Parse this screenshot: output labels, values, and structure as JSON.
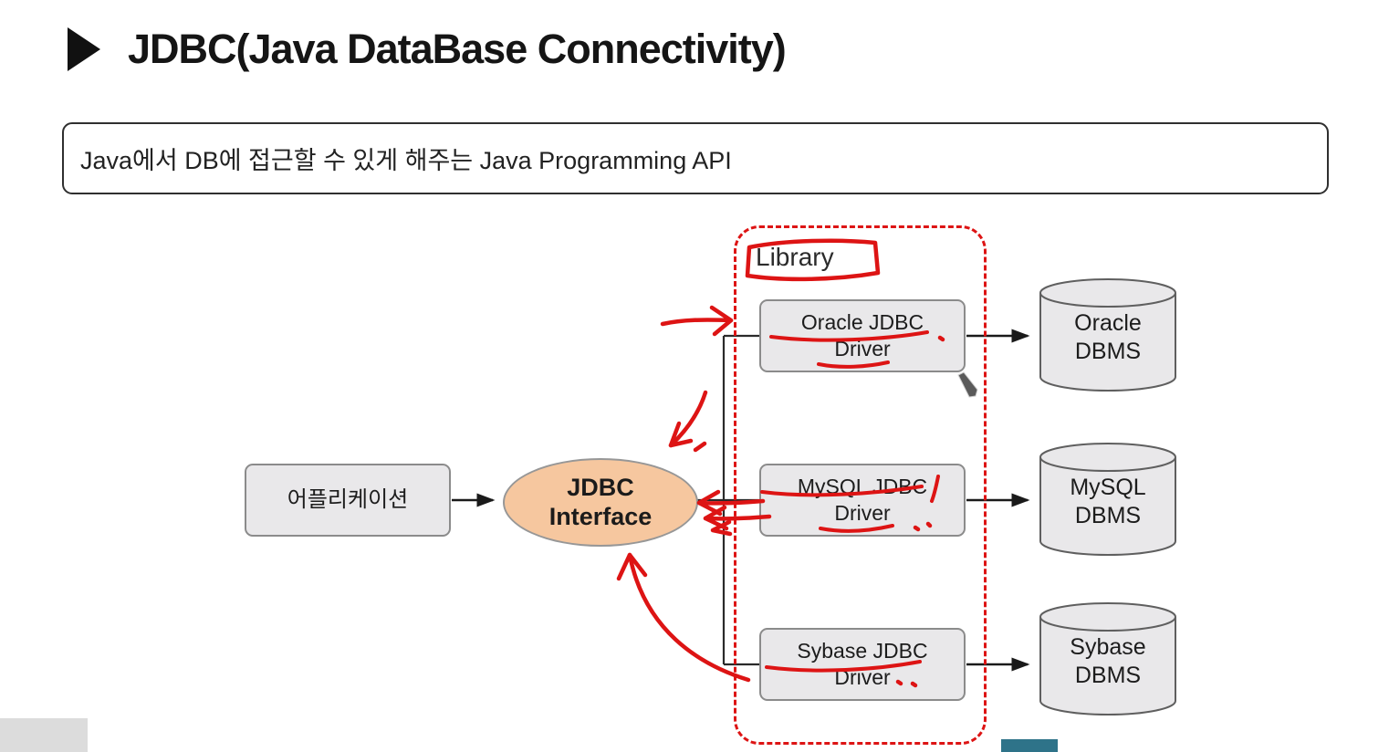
{
  "header": {
    "title": "JDBC(Java DataBase Connectivity)"
  },
  "description": {
    "text": "Java에서 DB에 접근할 수 있게 해주는 Java Programming API"
  },
  "diagram": {
    "application_label": "어플리케이션",
    "jdbc_interface": {
      "line1": "JDBC",
      "line2": "Interface"
    },
    "library_label": "Library",
    "drivers": [
      {
        "line1": "Oracle JDBC",
        "line2": "Driver"
      },
      {
        "line1": "MySQL JDBC",
        "line2": "Driver"
      },
      {
        "line1": "Sybase JDBC",
        "line2": "Driver"
      }
    ],
    "databases": [
      {
        "line1": "Oracle",
        "line2": "DBMS"
      },
      {
        "line1": "MySQL",
        "line2": "DBMS"
      },
      {
        "line1": "Sybase",
        "line2": "DBMS"
      }
    ]
  },
  "colors": {
    "annotation_red": "#dd1414",
    "interface_fill": "#f6c79f",
    "node_fill": "#e9e8ea",
    "node_border": "#8b8b8b",
    "title_color": "#151515"
  }
}
